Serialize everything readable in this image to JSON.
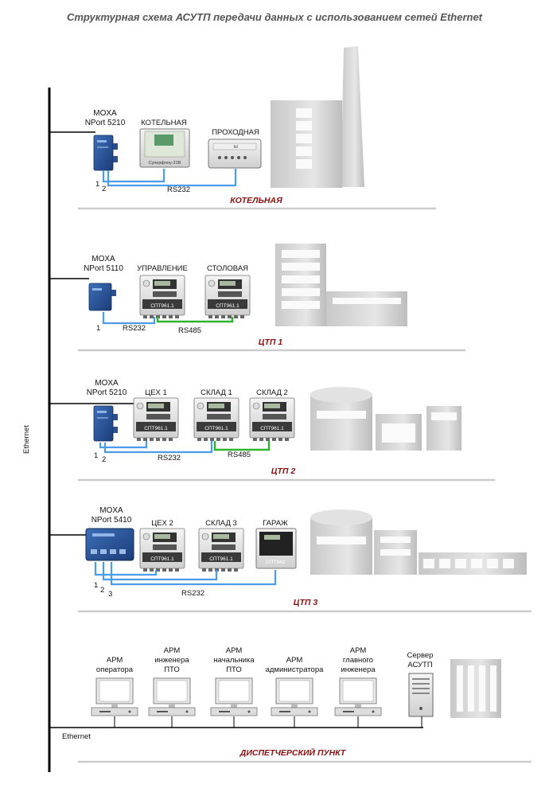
{
  "title": "Структурная схема АСУТП передачи данных с использованием сетей Ethernet",
  "bus_label": "Ethernet",
  "bus_label_bottom": "Ethernet",
  "sections": {
    "s1": {
      "name": "КОТЕЛЬНАЯ",
      "gateway": [
        "MOXA",
        "NPort 5210"
      ],
      "devices": [
        "КОТЕЛЬНАЯ",
        "ПРОХОДНАЯ"
      ],
      "device_texts": [
        "Суперфлоу-21В",
        "Ы"
      ],
      "ports": [
        "1",
        "2"
      ],
      "links": [
        "RS232"
      ]
    },
    "s2": {
      "name": "ЦТП 1",
      "gateway": [
        "MOXA",
        "NPort 5110"
      ],
      "devices": [
        "УПРАВЛЕНИЕ",
        "СТОЛОВАЯ"
      ],
      "device_texts": [
        "СПТ961.1",
        "СПТ961.1"
      ],
      "ports": [
        "1"
      ],
      "links": [
        "RS232",
        "RS485"
      ]
    },
    "s3": {
      "name": "ЦТП 2",
      "gateway": [
        "MOXA",
        "NPort 5210"
      ],
      "devices": [
        "ЦЕХ 1",
        "СКЛАД 1",
        "СКЛАД 2"
      ],
      "device_texts": [
        "СПТ961.1",
        "СПТ961.1",
        "СПТ961.1"
      ],
      "ports": [
        "1",
        "2"
      ],
      "links": [
        "RS232",
        "RS485"
      ]
    },
    "s4": {
      "name": "ЦТП 3",
      "gateway": [
        "MOXA",
        "NPort 5410"
      ],
      "devices": [
        "ЦЕХ 2",
        "СКЛАД 3",
        "ГАРАЖ"
      ],
      "device_texts": [
        "СПТ961.1",
        "СПТ961.1",
        "СПТ942"
      ],
      "ports": [
        "1",
        "2",
        "3"
      ],
      "links": [
        "RS232"
      ]
    },
    "s5": {
      "name": "ДИСПЕТЧЕРСКИЙ ПУНКТ",
      "workstations": [
        [
          "АРМ",
          "оператора"
        ],
        [
          "АРМ",
          "инженера",
          "ПТО"
        ],
        [
          "АРМ",
          "начальника",
          "ПТО"
        ],
        [
          "АРМ",
          "администратора"
        ],
        [
          "АРМ",
          "главного",
          "инженера"
        ]
      ],
      "server": [
        "Сервер",
        "АСУТП"
      ]
    }
  },
  "colors": {
    "rs232": "#4a9be8",
    "rs485": "#2db52d",
    "section_label": "#8b1010"
  }
}
